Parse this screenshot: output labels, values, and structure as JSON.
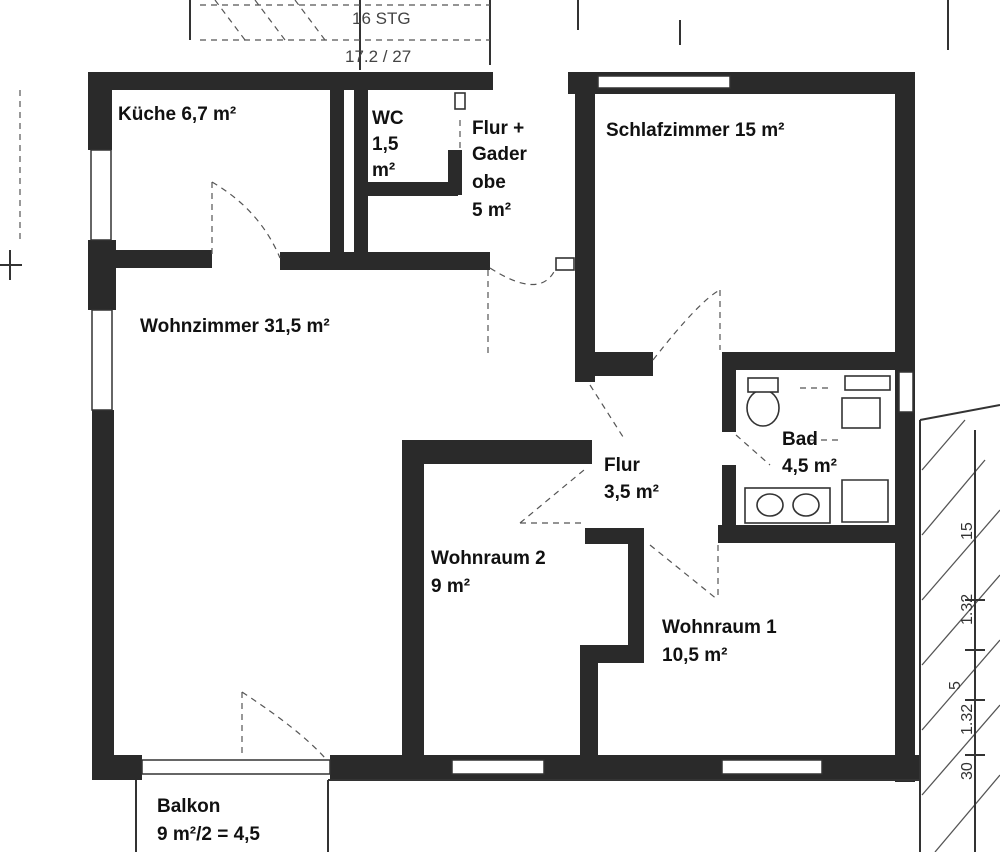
{
  "header": {
    "stairs_label": "16 STG",
    "stairs_dim": "17.2 / 27"
  },
  "rooms": {
    "kueche": "Küche  6,7 m²",
    "wc_1": "WC",
    "wc_2": "1,5",
    "wc_3": "m²",
    "flur_gader_1": "Flur +",
    "flur_gader_2": "Gader",
    "flur_gader_3": "obe",
    "flur_gader_4": "5 m²",
    "schlafzimmer": "Schlafzimmer  15 m²",
    "wohnzimmer": "Wohnzimmer  31,5 m²",
    "bad_1": "Bad",
    "bad_2": "4,5 m²",
    "flur_1": "Flur",
    "flur_2": "3,5 m²",
    "wohnraum2_1": "Wohnraum 2",
    "wohnraum2_2": "9 m²",
    "wohnraum1_1": "Wohnraum 1",
    "wohnraum1_2": "10,5 m²",
    "balkon_1": "Balkon",
    "balkon_2": "9 m²/2 = 4,5"
  },
  "dimensions": {
    "d1": "15",
    "d2": "1.32",
    "d3": "1.32",
    "d4": "5",
    "d5": "30"
  }
}
